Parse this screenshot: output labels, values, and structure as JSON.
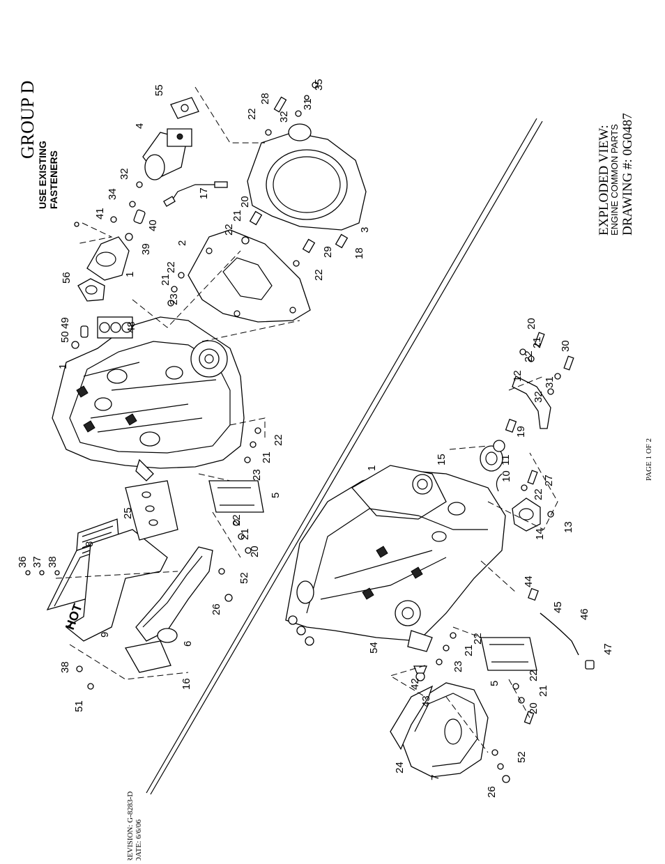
{
  "header": {
    "group_title": "GROUP D",
    "note_line1": "USE EXISTING",
    "note_line2": "FASTENERS"
  },
  "title_block": {
    "view_title": "EXPLODED VIEW:",
    "subtitle": "ENGINE COMMON PARTS",
    "drawing_number": "DRAWING #: 0G0487"
  },
  "footer": {
    "page": "PAGE 1 OF 2",
    "revision": "REVISION: G-8283-D",
    "date": "DATE:  6/6/06"
  },
  "labels": {
    "hot": "HOT"
  },
  "callouts_upper": [
    "55",
    "4",
    "28",
    "22",
    "32",
    "31",
    "35",
    "32",
    "34",
    "17",
    "41",
    "40",
    "39",
    "20",
    "21",
    "22",
    "3",
    "18",
    "22",
    "29",
    "56",
    "1",
    "2",
    "22",
    "21",
    "23",
    "50",
    "49",
    "48",
    "1",
    "22",
    "21",
    "23",
    "36",
    "37",
    "38",
    "8",
    "25",
    "5",
    "22",
    "21",
    "20",
    "52",
    "26",
    "9",
    "6",
    "16",
    "38",
    "51"
  ],
  "callouts_lower": [
    "12",
    "22",
    "21",
    "20",
    "31",
    "32",
    "30",
    "19",
    "11",
    "10",
    "15",
    "1",
    "27",
    "22",
    "13",
    "14",
    "44",
    "45",
    "46",
    "47",
    "54",
    "22",
    "21",
    "23",
    "5",
    "42",
    "43",
    "22",
    "21",
    "20",
    "24",
    "52",
    "7",
    "26"
  ]
}
